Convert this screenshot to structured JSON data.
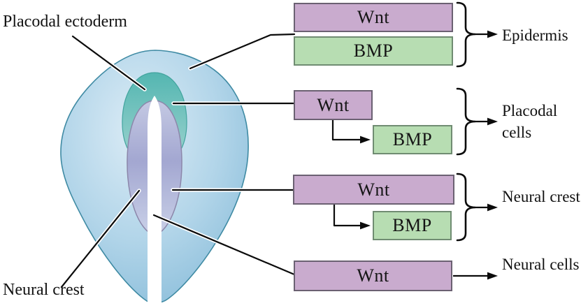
{
  "embryo": {
    "labels": {
      "placodal_ectoderm": "Placodal ectoderm",
      "neural_crest": "Neural crest"
    }
  },
  "pathways": [
    {
      "id": "epidermis",
      "signals": [
        "Wnt",
        "BMP"
      ],
      "layout": "stacked",
      "outcome": "Epidermis"
    },
    {
      "id": "placodal-cells",
      "signals": [
        "Wnt",
        "BMP"
      ],
      "layout": "wnt-arrow-bmp",
      "outcome": "Placodal cells"
    },
    {
      "id": "neural-crest",
      "signals": [
        "Wnt",
        "BMP"
      ],
      "layout": "wnt-arrow-bmp",
      "outcome": "Neural crest"
    },
    {
      "id": "neural-cells",
      "signals": [
        "Wnt"
      ],
      "layout": "single",
      "outcome": "Neural cells"
    }
  ],
  "colors": {
    "wnt_fill": "#c9abce",
    "wnt_border": "#6b6172",
    "bmp_fill": "#b7ddb2",
    "bmp_border": "#708c72",
    "embryo_blue": "#aed2e8",
    "embryo_outline": "#3e8aa3",
    "placode_teal": "#57b8b3",
    "neural_plate_lavender": "#a5a9d2",
    "neural_groove_white": "#ffffff",
    "line_black": "#0b0b0b"
  }
}
